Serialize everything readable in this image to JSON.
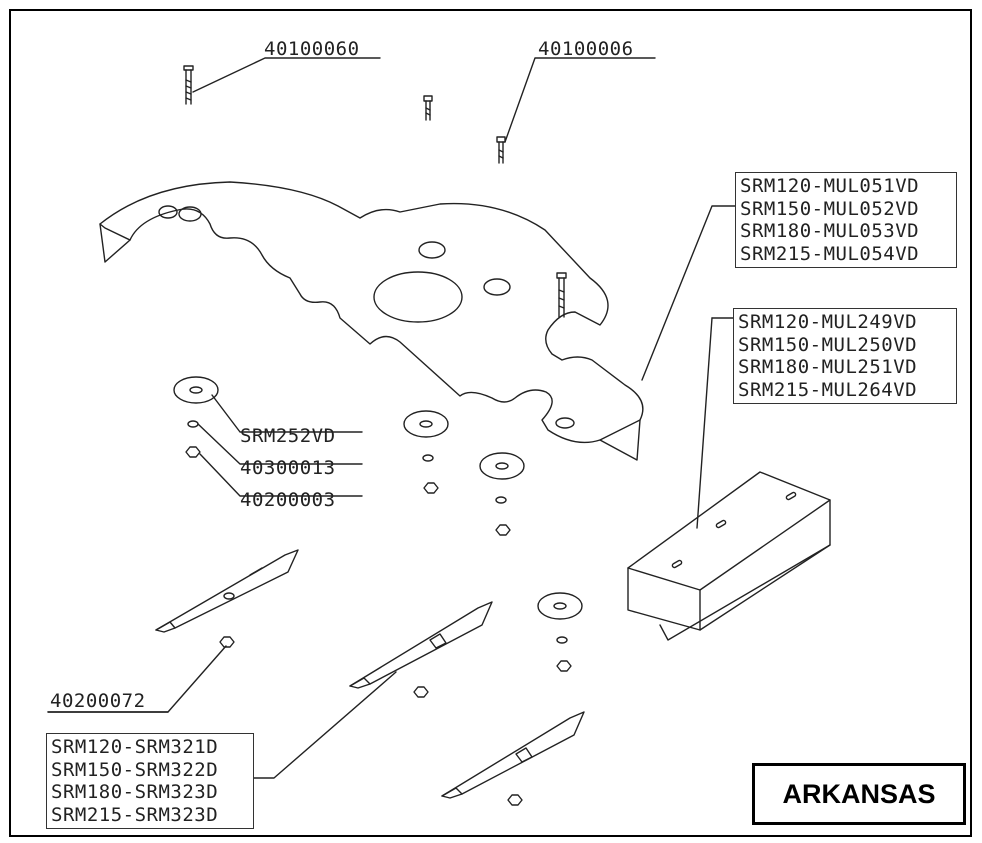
{
  "labels": {
    "bolt_long": "40100060",
    "bolt_short": "40100006",
    "washer_cup": "SRM252VD",
    "lock_washer": "40300013",
    "nut": "40200003",
    "blade_nut": "40200072"
  },
  "cover_parts": [
    "SRM120-MUL051VD",
    "SRM150-MUL052VD",
    "SRM180-MUL053VD",
    "SRM215-MUL054VD"
  ],
  "deflector_parts": [
    "SRM120-MUL249VD",
    "SRM150-MUL250VD",
    "SRM180-MUL251VD",
    "SRM215-MUL264VD"
  ],
  "blade_parts": [
    "SRM120-SRM321D",
    "SRM150-SRM322D",
    "SRM180-SRM323D",
    "SRM215-SRM323D"
  ],
  "model_name": "ARKANSAS"
}
